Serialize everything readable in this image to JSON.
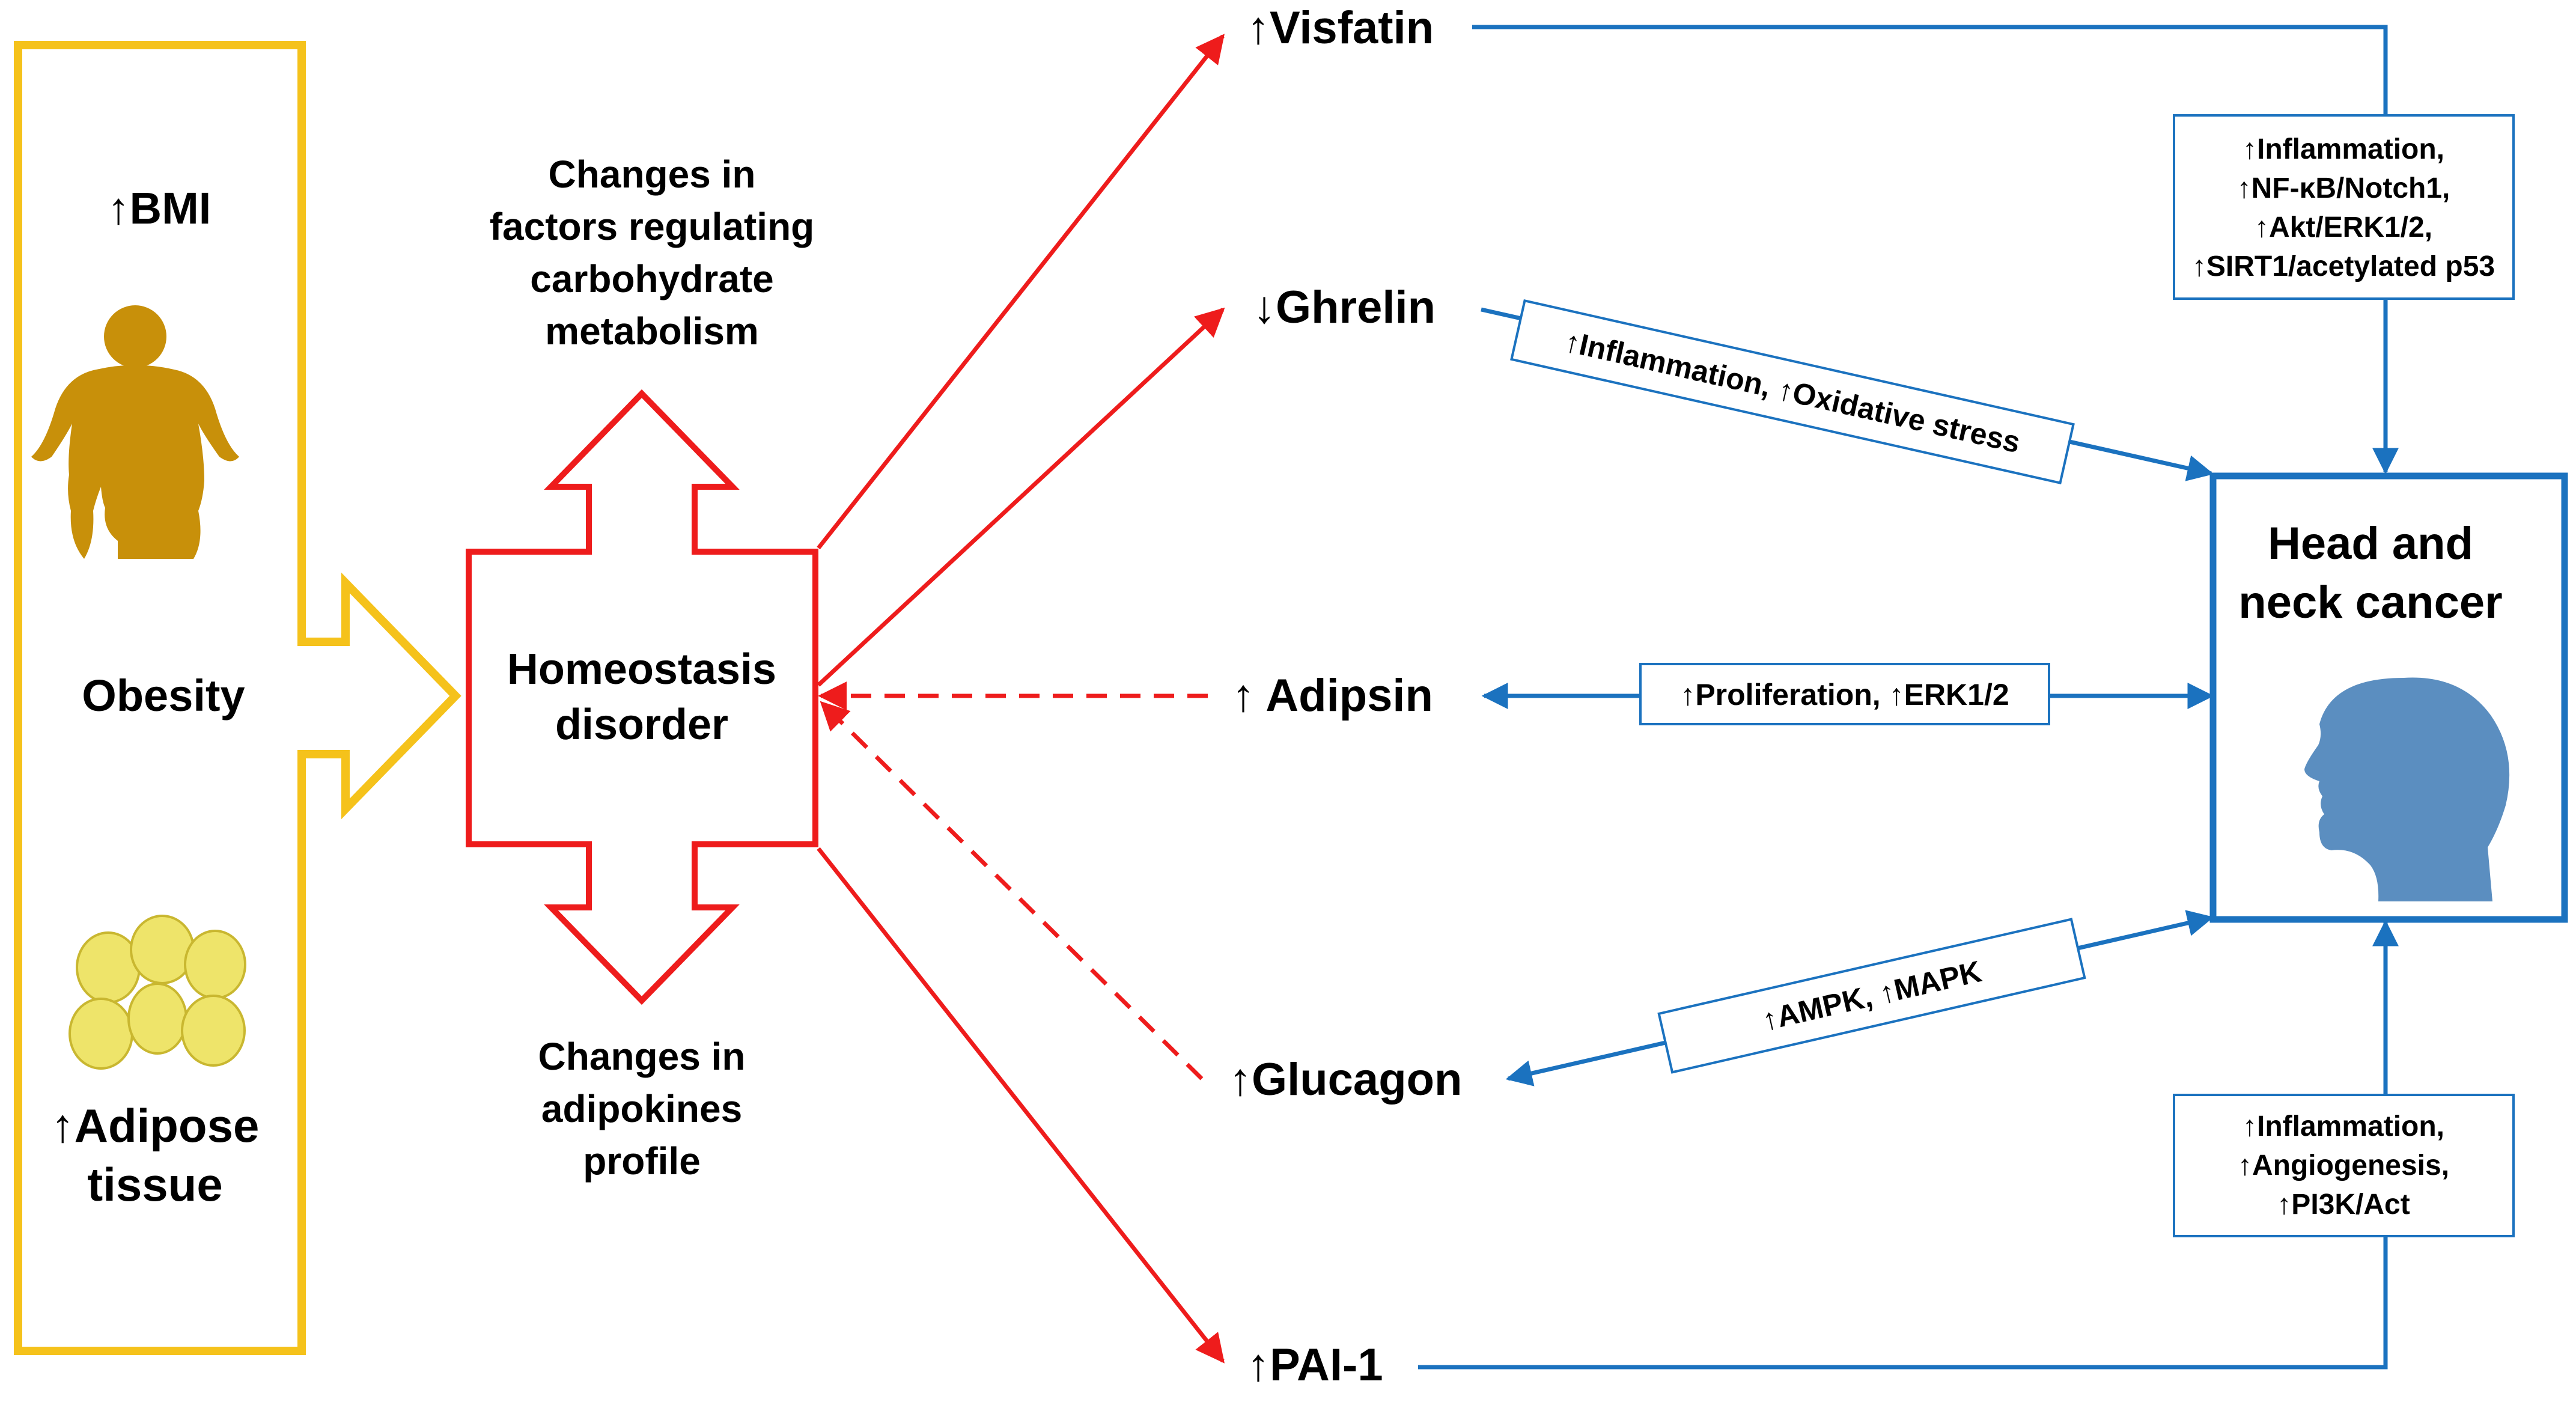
{
  "colors": {
    "obesity_outline": "#F5C21B",
    "disorder_red": "#EE1C1C",
    "pathway_blue": "#1B72BF",
    "body_fill": "#C8900A",
    "fat_cell_fill": "#EEE46A",
    "fat_cell_stroke": "#C9B730",
    "head_fill": "#5B8EC0"
  },
  "icons": {
    "body": "person-silhouette-icon",
    "fat": "adipocyte-cluster-icon",
    "head": "human-head-profile-icon"
  },
  "obesity": {
    "bmi": "↑BMI",
    "label": "Obesity",
    "adipose_line1": "↑Adipose",
    "adipose_line2": "tissue"
  },
  "homeostasis": {
    "line1": "Homeostasis",
    "line2": "disorder"
  },
  "top_label": {
    "line1": "Changes in",
    "line2": "factors regulating",
    "line3": "carbohydrate",
    "line4": "metabolism"
  },
  "bottom_label": {
    "line1": "Changes in",
    "line2": "adipokines",
    "line3": "profile"
  },
  "factors": {
    "visfatin": "↑Visfatin",
    "ghrelin": "↓Ghrelin",
    "adipsin": "↑ Adipsin",
    "glucagon": "↑Glucagon",
    "pai1": "↑PAI-1"
  },
  "cancer": {
    "line1": "Head and",
    "line2": "neck cancer"
  },
  "mechanisms": {
    "visfatin": [
      "↑Inflammation,",
      "↑NF-κB/Notch1,",
      "↑Akt/ERK1/2,",
      "↑SIRT1/acetylated p53"
    ],
    "ghrelin": "↑Inflammation, ↑Oxidative stress",
    "adipsin": "↑Proliferation, ↑ERK1/2",
    "glucagon": "↑AMPK, ↑MAPK",
    "pai1": [
      "↑Inflammation,",
      "↑Angiogenesis,",
      "↑PI3K/Act"
    ]
  }
}
